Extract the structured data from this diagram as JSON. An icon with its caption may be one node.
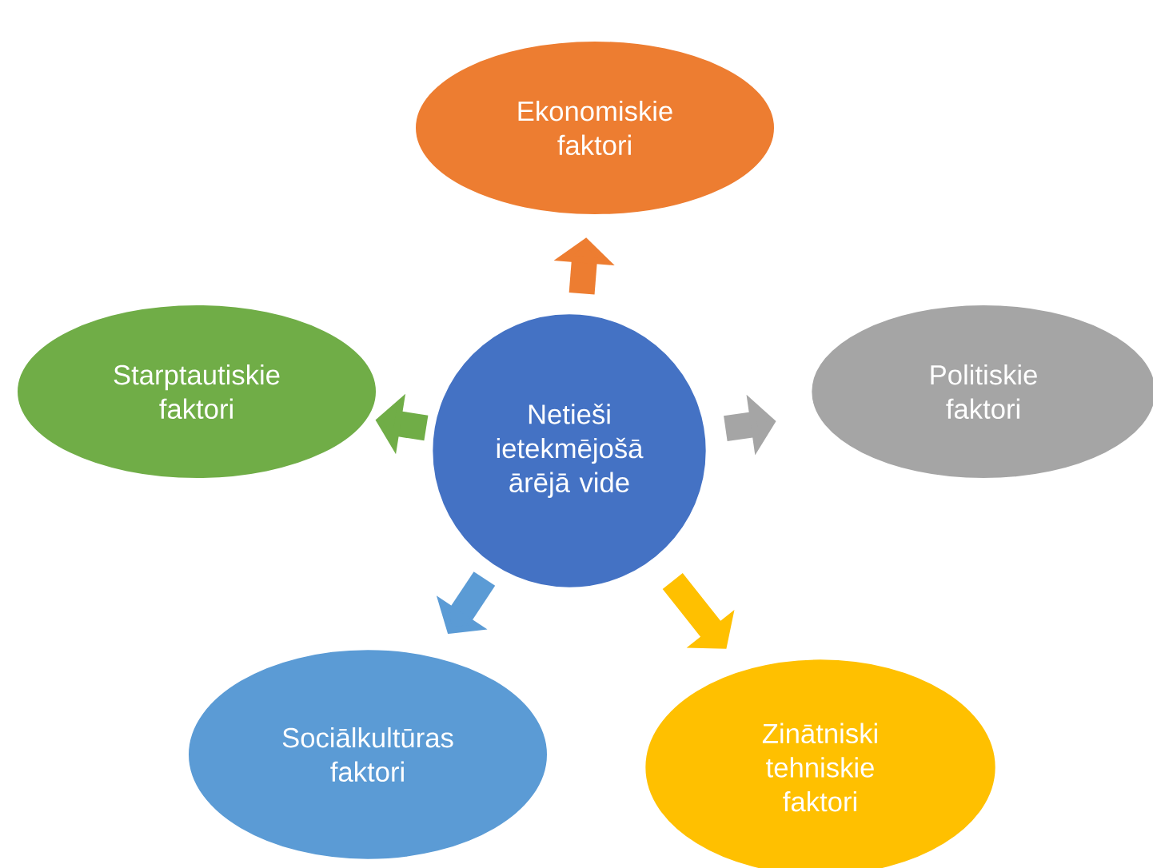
{
  "diagram": {
    "nodes": [
      {
        "text": [
          "Netieši ietekmējošā ārējā vide"
        ]
      },
      {
        "text": [
          "Ekonomiskie faktori"
        ]
      },
      {
        "text": [
          "Politiskie faktori"
        ]
      },
      {
        "text": [
          "Zinātniski tehniskie faktori"
        ]
      },
      {
        "text": [
          "Sociālkultūras faktori"
        ]
      },
      {
        "text": [
          "Starptautiskie faktori"
        ]
      }
    ],
    "edges": [
      {
        "from": 0,
        "to": 1,
        "arrow": "to",
        "color": "#ed7d31"
      },
      {
        "from": 0,
        "to": 2,
        "arrow": "to",
        "color": "#a5a5a5"
      },
      {
        "from": 0,
        "to": 3,
        "arrow": "to",
        "color": "#ffc000"
      },
      {
        "from": 0,
        "to": 4,
        "arrow": "to",
        "color": "#5b9bd5"
      },
      {
        "from": 0,
        "to": 5,
        "arrow": "to",
        "color": "#70ad47"
      }
    ]
  }
}
